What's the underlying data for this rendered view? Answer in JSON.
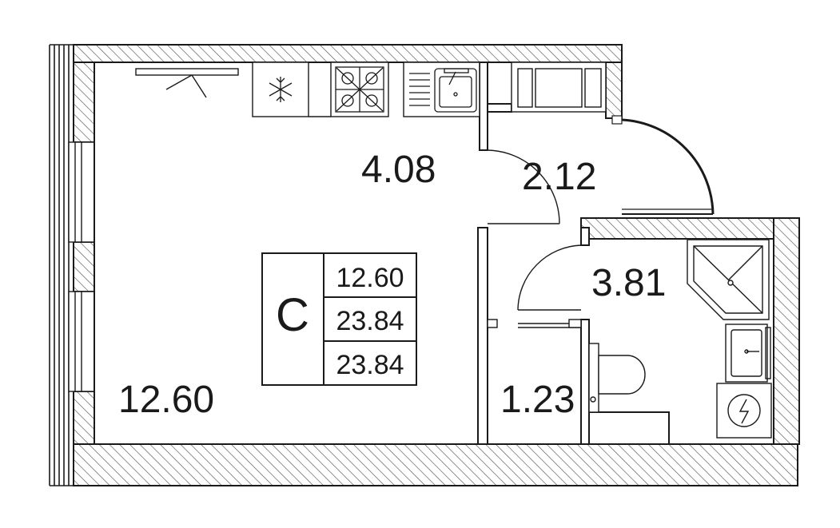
{
  "rooms": {
    "main_room_area": "12.60",
    "kitchen_area": "4.08",
    "hall_area": "2.12",
    "bathroom_area": "3.81",
    "toilet_area": "1.23"
  },
  "legend": {
    "apartment_type": "C",
    "living_area": "12.60",
    "total_area": "23.84",
    "total_area_2": "23.84"
  },
  "icons": {
    "fridge": "snowflake-icon",
    "stove": "stove-burners-icon",
    "kitchen_sink": "sink-icon",
    "shower": "shower-tray-icon",
    "washbasin": "washbasin-icon",
    "washing_machine": "washing-machine-icon",
    "toilet": "toilet-icon"
  },
  "colors": {
    "line": "#1a1a1a",
    "hatch": "#555555",
    "background": "#ffffff"
  }
}
